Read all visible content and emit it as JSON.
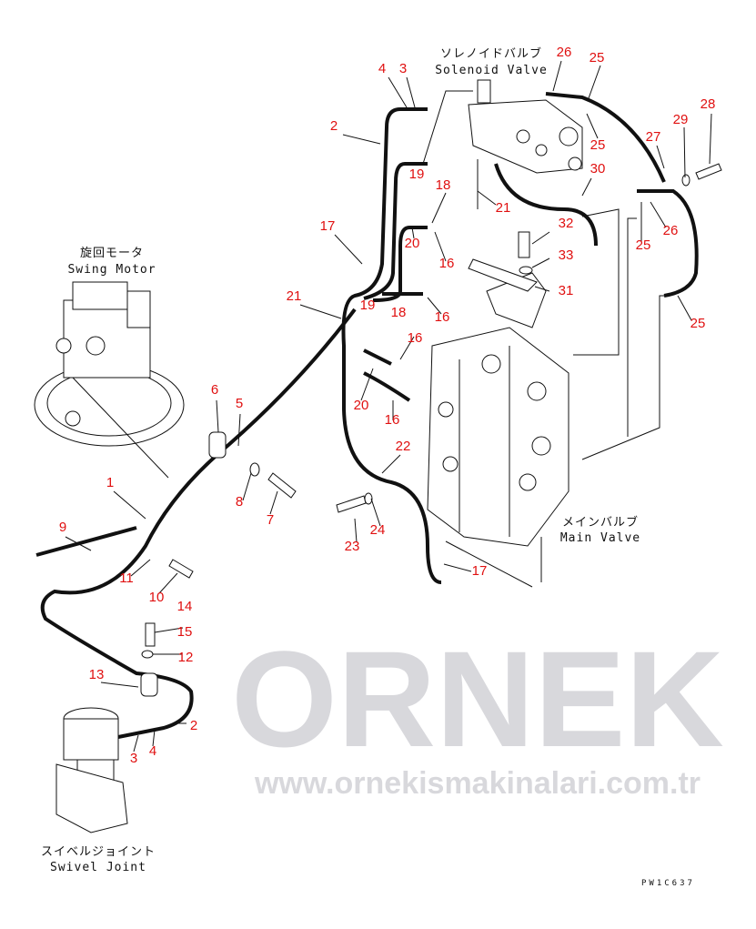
{
  "watermark": {
    "logo": "ORNEK",
    "url": "www.ornekismakinalari.com.tr"
  },
  "components": {
    "solenoid_valve": {
      "jp": "ソレノイドバルブ",
      "en": "Solenoid Valve"
    },
    "swing_motor": {
      "jp": "旋回モータ",
      "en": "Swing Motor"
    },
    "main_valve": {
      "jp": "メインバルブ",
      "en": "Main Valve"
    },
    "swivel_joint": {
      "jp": "スイベルジョイント",
      "en": "Swivel Joint"
    }
  },
  "drawing_code": "PW1C637",
  "callouts": [
    "4",
    "3",
    "2",
    "26",
    "25",
    "25",
    "19",
    "18",
    "21",
    "30",
    "27",
    "29",
    "28",
    "17",
    "20",
    "16",
    "25",
    "26",
    "32",
    "33",
    "31",
    "21",
    "19",
    "18",
    "16",
    "16",
    "6",
    "5",
    "20",
    "16",
    "22",
    "25",
    "1",
    "8",
    "7",
    "9",
    "23",
    "24",
    "17",
    "11",
    "10",
    "14",
    "15",
    "12",
    "13",
    "2",
    "3",
    "4"
  ]
}
